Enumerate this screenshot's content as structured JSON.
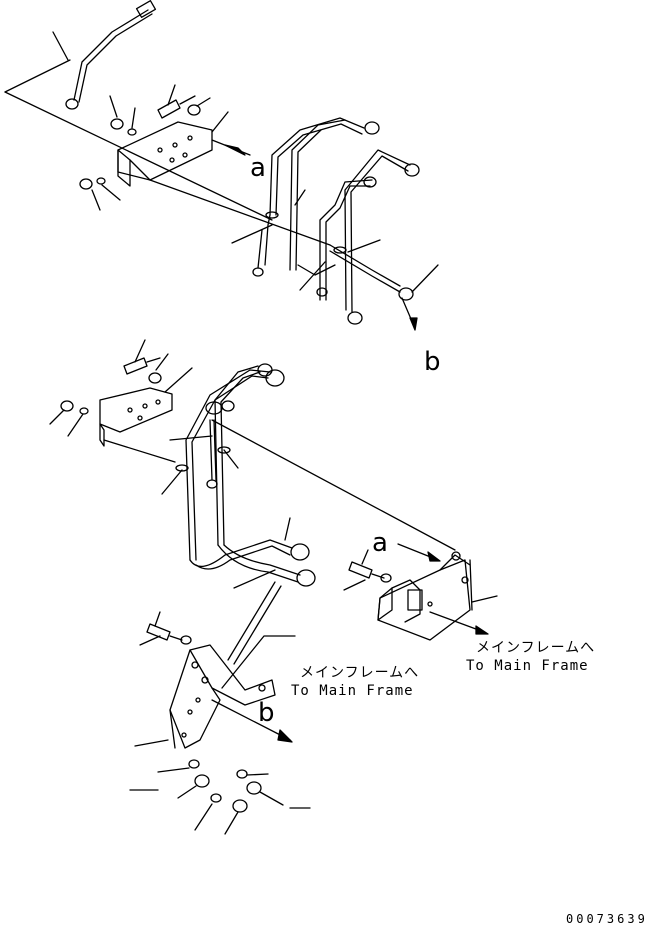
{
  "callouts": {
    "a_top": "a",
    "b_top": "b",
    "a_right": "a",
    "b_lower": "b"
  },
  "destinations": {
    "right_jp": "メインフレームへ",
    "right_en": "To Main Frame",
    "lower_jp": "メインフレームへ",
    "lower_en": "To Main Frame"
  },
  "doc_number": "00073639",
  "colors": {
    "ink": "#000000",
    "paper": "#ffffff"
  }
}
